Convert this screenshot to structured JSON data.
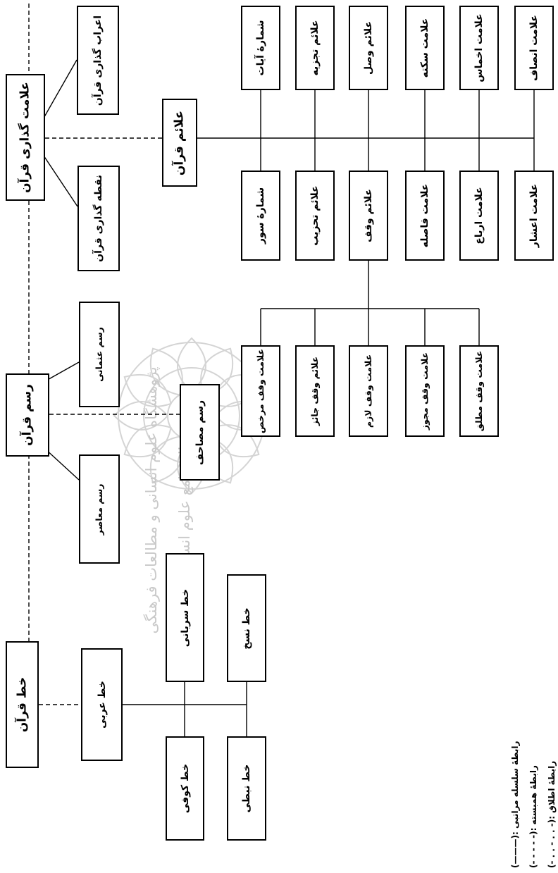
{
  "roots": {
    "khat": "خط قرآن",
    "rasm": "رسم قرآن",
    "alamat": "علامت گذاری قرآن"
  },
  "khat_branch": {
    "arabi": "خط عربی",
    "kufi": "خط کوفی",
    "nabati": "خط نبطی",
    "suryani": "خط سریانی",
    "naskh": "خط نسخ"
  },
  "rasm_branch": {
    "moaser": "رسم معاصر",
    "osmani": "رسم عثمانی",
    "masahef": "رسم مصاحف"
  },
  "alamat_branch": {
    "noghte": "نقطه گذاری قرآن",
    "erab": "اعراب گذاری قرآن",
    "alaem": "علائم قرآن",
    "shomare_sovar": "شمارهٔ سور",
    "alaem_tahzib": "علائم تحزیب",
    "alaem_vaqf": "علائم وقف",
    "alamat_fasele": "علامت فاصله",
    "alamat_arba": "علامت ارباع",
    "alamat_ashar": "علامت اعشار",
    "shomare_ayat": "شمارهٔ آیات",
    "alaem_tajzie": "علائم تجزیه",
    "alaem_vasl": "علائم وصل",
    "alamat_sakte": "علامت سکته",
    "alamat_ekhmas": "علامت اخماس",
    "alamat_ensaf": "علامت انصاف"
  },
  "vaqf_branch": {
    "morakhas": "علامت وقف مرخص",
    "jayez": "علائم وقف جائز",
    "lazem": "علامت وقف لازم",
    "mojavez": "علامت وقف مجوز",
    "motlaq": "علامت وقف مطلق"
  },
  "legend": {
    "hierarchy": "(———): رابطهٔ سلسله مراتبی",
    "association": "(- - - - -): رابطهٔ همبسته",
    "third": "(- . . - . . -): رابطهٔ اطلاق"
  },
  "watermark": {
    "line1": "پژوهشگاه علوم انسانی و مطالعات فرهنگی",
    "line2": "پرتال جامع علوم انسانی"
  }
}
